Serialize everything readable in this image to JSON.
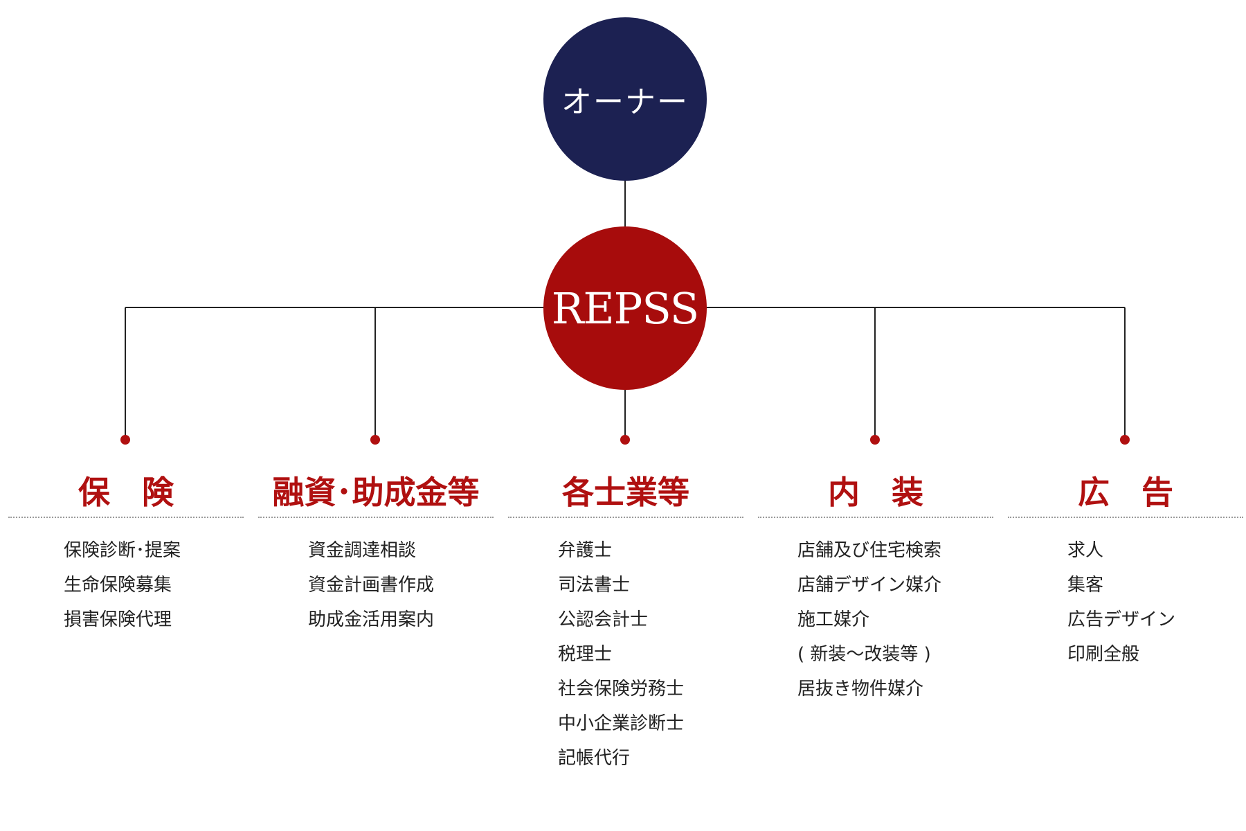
{
  "colors": {
    "owner_fill": "#1c2152",
    "repss_fill": "#a70c0c",
    "category_title": "#b01010",
    "connector_line": "#222222",
    "connector_dot": "#b01010"
  },
  "owner": {
    "label": "オーナー"
  },
  "center": {
    "label": "REPSS"
  },
  "categories": [
    {
      "title": "保　険",
      "items": [
        "保険診断･提案",
        "生命保険募集",
        "損害保険代理"
      ]
    },
    {
      "title": "融資･助成金等",
      "items": [
        "資金調達相談",
        "資金計画書作成",
        "助成金活用案内"
      ]
    },
    {
      "title": "各士業等",
      "items": [
        "弁護士",
        "司法書士",
        "公認会計士",
        "税理士",
        "社会保険労務士",
        "中小企業診断士",
        "記帳代行"
      ]
    },
    {
      "title": "内　装",
      "items": [
        "店舗及び住宅検索",
        "店舗デザイン媒介",
        "施工媒介",
        "( 新装～改装等 )",
        "居抜き物件媒介"
      ]
    },
    {
      "title": "広　告",
      "items": [
        "求人",
        "集客",
        "広告デザイン",
        "印刷全般"
      ]
    }
  ]
}
